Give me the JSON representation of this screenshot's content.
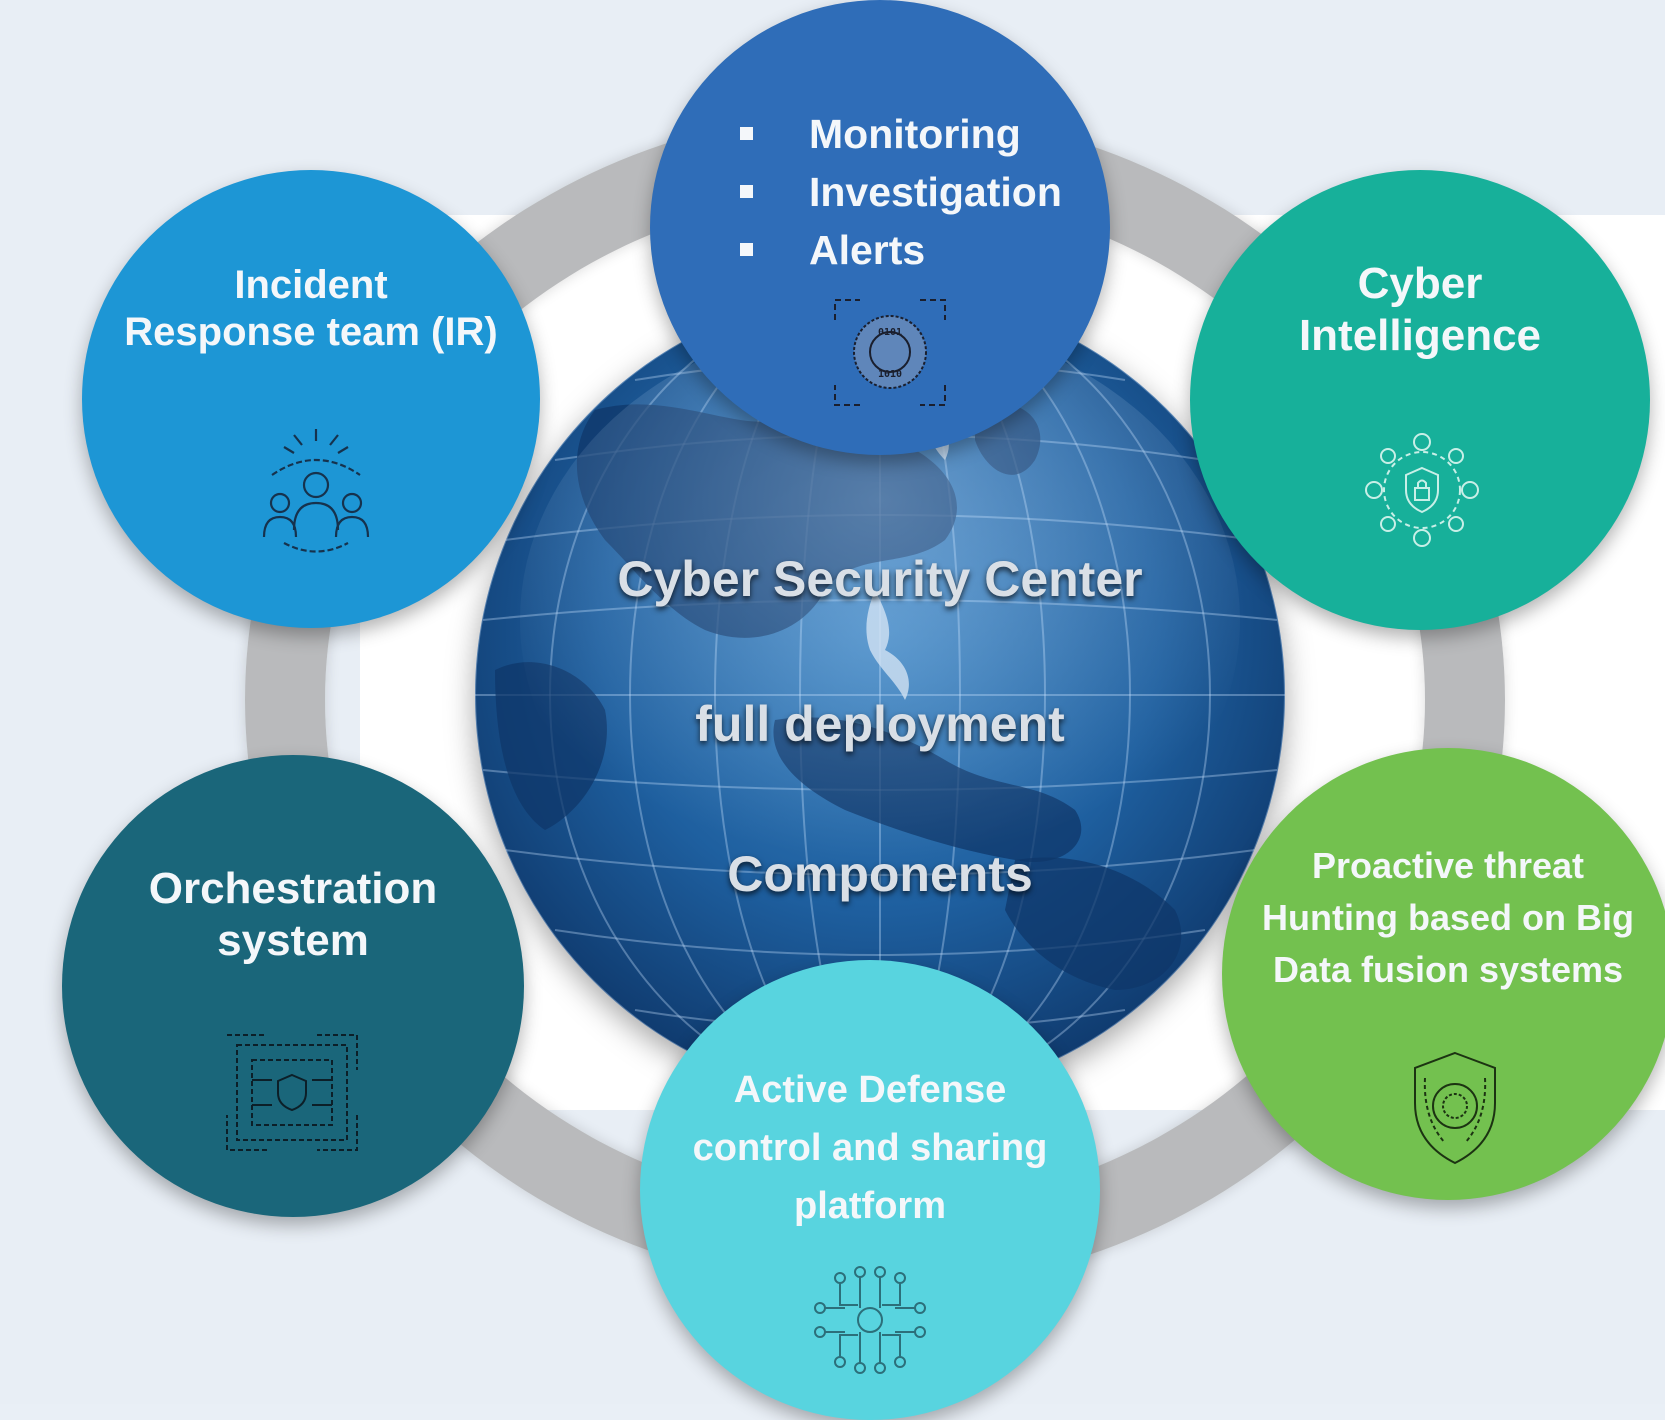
{
  "center": {
    "line1": "Cyber Security Center",
    "line2": "full deployment",
    "line3": "Components"
  },
  "nodes": {
    "monitoring": {
      "items": [
        "Monitoring",
        "Investigation",
        "Alerts"
      ],
      "icon": "data-security-scan-icon",
      "color": "#2f6db8"
    },
    "incident_response": {
      "title": "Incident\nResponse team (IR)",
      "icon": "team-response-icon",
      "color": "#1d96d5"
    },
    "cyber_intelligence": {
      "title": "Cyber\nIntelligence",
      "icon": "network-shield-icon",
      "color": "#17b09a"
    },
    "orchestration": {
      "title": "Orchestration\nsystem",
      "icon": "circuit-board-icon",
      "color": "#1a667a"
    },
    "active_defense": {
      "title": "Active Defense\ncontrol and sharing\nplatform",
      "icon": "circuit-nodes-icon",
      "color": "#58d4df"
    },
    "threat_hunting": {
      "title": "Proactive threat\nHunting based on Big\nData fusion systems",
      "icon": "shield-chip-icon",
      "color": "#73c14f"
    }
  }
}
